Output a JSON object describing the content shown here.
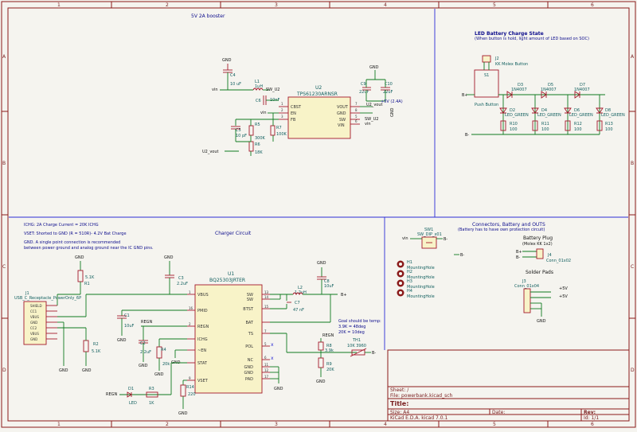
{
  "border": {
    "cols": [
      "1",
      "2",
      "3",
      "4",
      "5",
      "6"
    ],
    "rows": [
      "A",
      "B",
      "C",
      "D"
    ]
  },
  "sections": {
    "boost": "5V 2A booster",
    "led": "LED Battery Charge State",
    "led_note": "(When button is hold, light amount of LED based on SOC)",
    "charger": "Charger Circuit",
    "connectors": "Connectors, Battery and OUTS",
    "connectors_note": "(Battery has to have own protection circuit)",
    "battery_plug": "Battery Plug",
    "battery_plug_note": "(Molex KK 1x2)",
    "solder_pads": "Solder Pads"
  },
  "notes": {
    "ichg": "ICHG: 2A Charge Current = 20K ICHG",
    "vset": "VSET: Shorted to GND (R = 510R)- 4.2V Bat Charge",
    "gnd1": "GND. A single point connection is recommended",
    "gnd2": "between power ground and analog ground near the IC GND pins.",
    "goal1": "Goal should be temp:",
    "goal2": "3.9K = 48deg",
    "goal3": "20K = 10deg"
  },
  "nets": {
    "gnd": "GND",
    "vin": "vin",
    "sw_u2": "SW_U2",
    "u2_vout": "U2_vout",
    "plus5v": "+5V",
    "plus5v_note": "+5V (2.4A)",
    "bplus": "B+",
    "bminus": "B-",
    "regn": "REGN"
  },
  "boost": {
    "c4_ref": "C4",
    "c4_val": "10 uF",
    "l1_ref": "L1",
    "l1_val": "1uH",
    "c6_ref": "C6",
    "c6_val": "10nF",
    "u2_ref": "U2",
    "u2_val": "TPS61230ARNSR",
    "c9_ref": "C9",
    "c9_val": "22uF",
    "c10_ref": "C10",
    "c10_val": "22uF",
    "c5_ref": "C5",
    "c5_val": "10 pF",
    "r5_ref": "R5",
    "r5_val": "300K",
    "r6_ref": "R6",
    "r6_val": "18K",
    "r7_ref": "R7",
    "r7_val": "100K",
    "u2_pins": [
      "CBST",
      "EN",
      "FB",
      "VOUT",
      "GND",
      "SW",
      "VIN"
    ]
  },
  "led": {
    "j2_ref": "J2",
    "j2_val": "KK Molex Button",
    "s1_ref": "S1",
    "s1_val": "Push Button",
    "diodes": [
      {
        "ref": "D3",
        "val": "1N4007"
      },
      {
        "ref": "D5",
        "val": "1N4007"
      },
      {
        "ref": "D7",
        "val": "1N4007"
      }
    ],
    "leds": [
      {
        "ref": "D2",
        "val": "LED_GREEN"
      },
      {
        "ref": "D4",
        "val": "LED_GREEN"
      },
      {
        "ref": "D6",
        "val": "LED_GREEN"
      },
      {
        "ref": "D8",
        "val": "LED_GREEN"
      }
    ],
    "resistors": [
      {
        "ref": "R10",
        "val": "100"
      },
      {
        "ref": "R11",
        "val": "100"
      },
      {
        "ref": "R12",
        "val": "100"
      },
      {
        "ref": "R13",
        "val": "100"
      }
    ]
  },
  "charger": {
    "j1_ref": "J1",
    "j1_val": "USB_C_Receptacle_PowerOnly_6P",
    "j1_pins": [
      "SHIELD",
      "CC1",
      "VBUS",
      "GND",
      "CC2",
      "VBUS",
      "GND"
    ],
    "r1_ref": "R1",
    "r1_val": "5.1K",
    "r2_ref": "R2",
    "r2_val": "5.1K",
    "c3_ref": "C3",
    "c3_val": "2.2uF",
    "c1_ref": "C1",
    "c1_val": "10uF",
    "c2_ref": "C2",
    "c2_val": "2.2uF",
    "r4_ref": "R4",
    "r4_val": "20k",
    "r14_ref": "R14",
    "r14_val": "220",
    "d1_ref": "D1",
    "d1_val": "LED",
    "r3_ref": "R3",
    "r3_val": "1K",
    "u1_ref": "U1",
    "u1_val": "BQ25303JRTER",
    "u1_left_pins": [
      {
        "num": "1",
        "name": "VBUS"
      },
      {
        "num": "16",
        "name": "PMID"
      },
      {
        "num": "2",
        "name": "REGN"
      },
      {
        "num": "",
        "name": "ICHG"
      },
      {
        "num": "",
        "name": "~EN"
      },
      {
        "num": "",
        "name": "STAT"
      },
      {
        "num": "9",
        "name": "VSET"
      }
    ],
    "u1_right_pins": [
      {
        "num": "13",
        "name": "SW"
      },
      {
        "num": "14",
        "name": "SW"
      },
      {
        "num": "15",
        "name": "BTST"
      },
      {
        "num": "",
        "name": "BAT"
      },
      {
        "num": "7",
        "name": "TS"
      },
      {
        "num": "5",
        "name": "POL"
      },
      {
        "num": "6",
        "name": "NC"
      },
      {
        "num": "11",
        "name": "GND"
      },
      {
        "num": "12",
        "name": "GND"
      },
      {
        "num": "17",
        "name": "PAD"
      }
    ],
    "l2_ref": "L2",
    "l2_val": "1.2uH",
    "c7_ref": "C7",
    "c7_val": "47 nF",
    "c8_ref": "C8",
    "c8_val": "10uF",
    "r8_ref": "R8",
    "r8_val": "3.9k",
    "r9_ref": "R9",
    "r9_val": "20K",
    "th1_ref": "TH1",
    "th1_val": "10K 3960"
  },
  "connectors": {
    "sw1_ref": "SW1",
    "sw1_val": "SW_DIP_x01",
    "j4_ref": "J4",
    "j4_val": "Conn_01x02",
    "j3_ref": "J3",
    "j3_val": "Conn_01x04",
    "holes": [
      {
        "ref": "H1",
        "val": "MountingHole"
      },
      {
        "ref": "H2",
        "val": "MountingHole"
      },
      {
        "ref": "H3",
        "val": "MountingHole"
      },
      {
        "ref": "H4",
        "val": "MountingHole"
      }
    ]
  },
  "title_block": {
    "sheet": "Sheet: /",
    "file": "File: powerbank.kicad_sch",
    "title_label": "Title:",
    "size": "Size: A4",
    "date": "Date:",
    "rev": "Rev:",
    "tool": "KiCad E.D.A.  kicad 7.0.1",
    "id": "Id: 1/1"
  },
  "colors": {
    "frame": "#8a1a1a",
    "wire": "#0f7a1f",
    "component": "#a5192b",
    "fill": "#f8f3c8",
    "separator": "#2b2bd6",
    "note": "#0c0c8c"
  }
}
